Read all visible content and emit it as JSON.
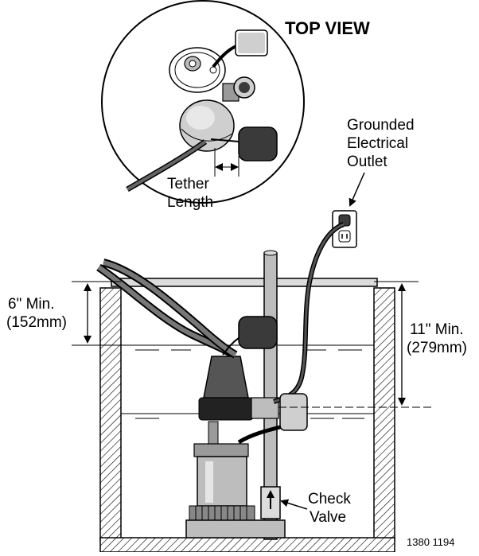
{
  "top_view": {
    "title": "TOP VIEW",
    "tether_label": [
      "Tether",
      "Length"
    ]
  },
  "outlet_label": [
    "Grounded",
    "Electrical",
    "Outlet"
  ],
  "min_left": [
    "6\" Min.",
    "(152mm)"
  ],
  "min_right": [
    "11\" Min.",
    "(279mm)"
  ],
  "valve_label": [
    "Check",
    "Valve"
  ],
  "figure_code": "1380 1194",
  "colors": {
    "ink": "#000000",
    "light_gray": "#cfcfcf",
    "mid_gray": "#9a9a9a",
    "dark_gray": "#3a3a3a",
    "hatch_bg": "#ffffff"
  }
}
